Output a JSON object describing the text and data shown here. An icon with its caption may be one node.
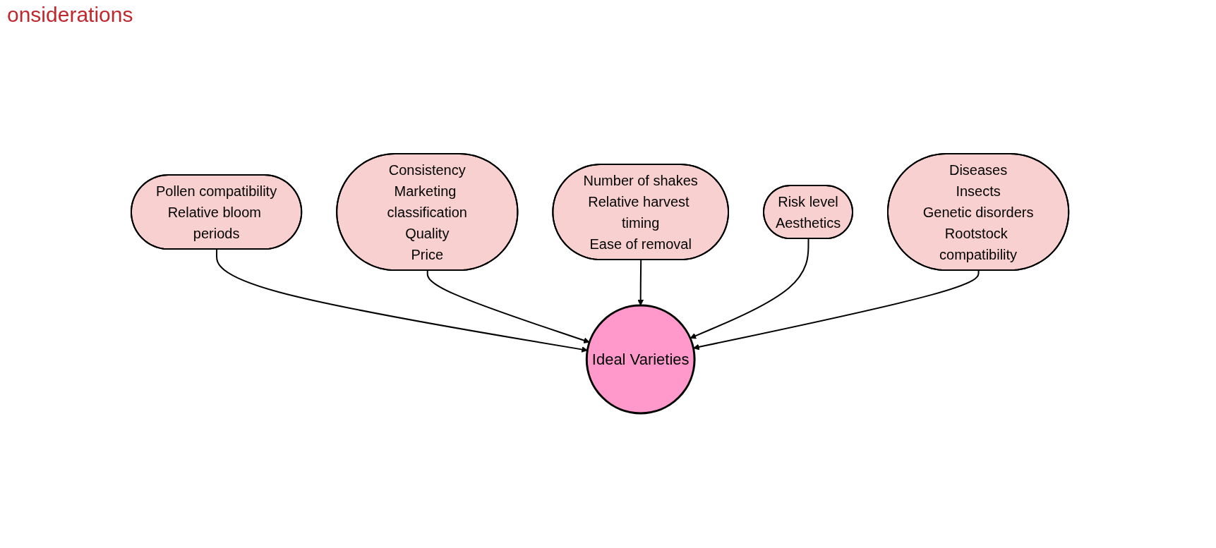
{
  "diagram": {
    "title": "onsiderations",
    "nodes": [
      {
        "text": [
          "Pollen compatibility",
          "Relative bloom periods"
        ]
      },
      {
        "text": [
          "Ideal Varieties"
        ]
      },
      {
        "text": [
          "Consistency",
          "Marketing classification",
          "Quality",
          "Price"
        ]
      },
      {
        "text": [
          "Number of shakes",
          "Relative harvest timing",
          "Ease of removal"
        ]
      },
      {
        "text": [
          "Risk level",
          "Aesthetics"
        ]
      },
      {
        "text": [
          "Diseases",
          "Insects",
          "Genetic disorders",
          "Rootstock compatibility"
        ]
      }
    ],
    "edges": [
      {
        "from": 0,
        "to": 1,
        "arrow": "to"
      },
      {
        "from": 2,
        "to": 1,
        "arrow": "to"
      },
      {
        "from": 3,
        "to": 1,
        "arrow": "to"
      },
      {
        "from": 4,
        "to": 1,
        "arrow": "to"
      },
      {
        "from": 5,
        "to": 1,
        "arrow": "to"
      }
    ]
  }
}
